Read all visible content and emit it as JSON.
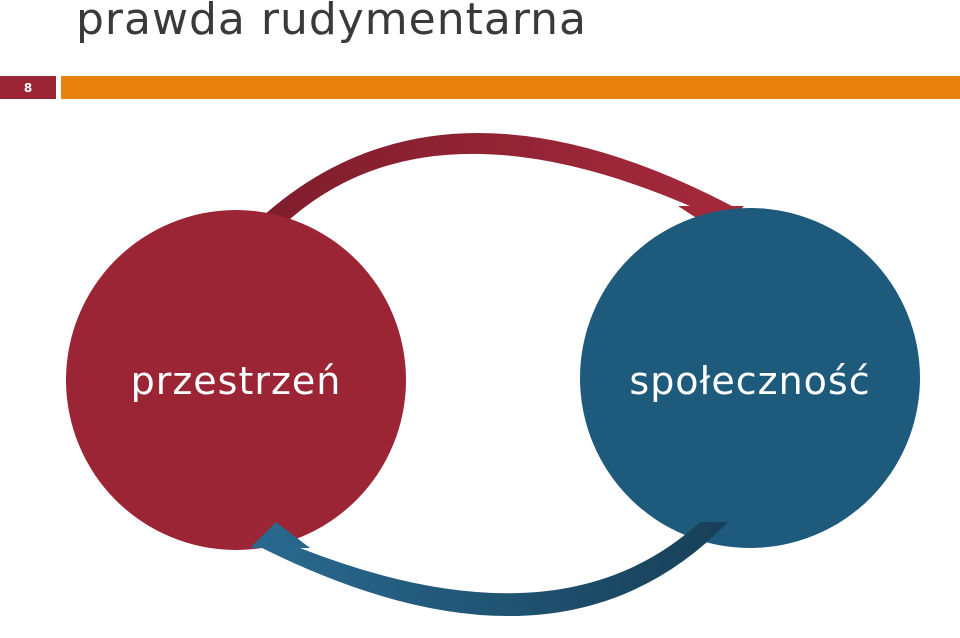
{
  "slide": {
    "title": "prawda rudymentarna",
    "page_number": "8"
  },
  "diagram": {
    "nodes": [
      {
        "label": "przestrzeń",
        "color": "#9b2535"
      },
      {
        "label": "społeczność",
        "color": "#1e5a7c"
      }
    ],
    "arrows": [
      {
        "from": "przestrzeń",
        "to": "społeczność",
        "color": "#9b2535"
      },
      {
        "from": "społeczność",
        "to": "przestrzeń",
        "color": "#1e5a7c"
      }
    ]
  },
  "colors": {
    "accent_bar": "#e8820c",
    "badge": "#9b2535",
    "title_text": "#3a3a3a"
  }
}
